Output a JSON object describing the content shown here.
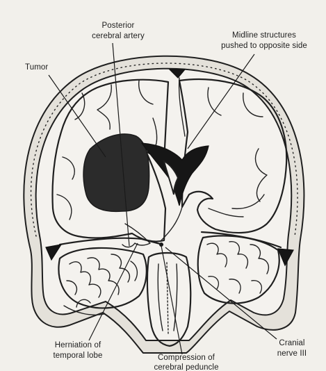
{
  "labels": {
    "tumor": "Tumor",
    "pca_line1": "Posterior",
    "pca_line2": "cerebral artery",
    "midline_line1": "Midline structures",
    "midline_line2": "pushed to opposite side",
    "herniation_line1": "Herniation of",
    "herniation_line2": "temporal lobe",
    "compression_line1": "Compression of",
    "compression_line2": "cerebral peduncle",
    "cranial_line1": "Cranial",
    "cranial_line2": "nerve III"
  },
  "colors": {
    "background": "#f2f0eb",
    "ink": "#1f1f1f",
    "tumor_fill": "#2b2b2b",
    "ventricle_fill": "#161616"
  }
}
